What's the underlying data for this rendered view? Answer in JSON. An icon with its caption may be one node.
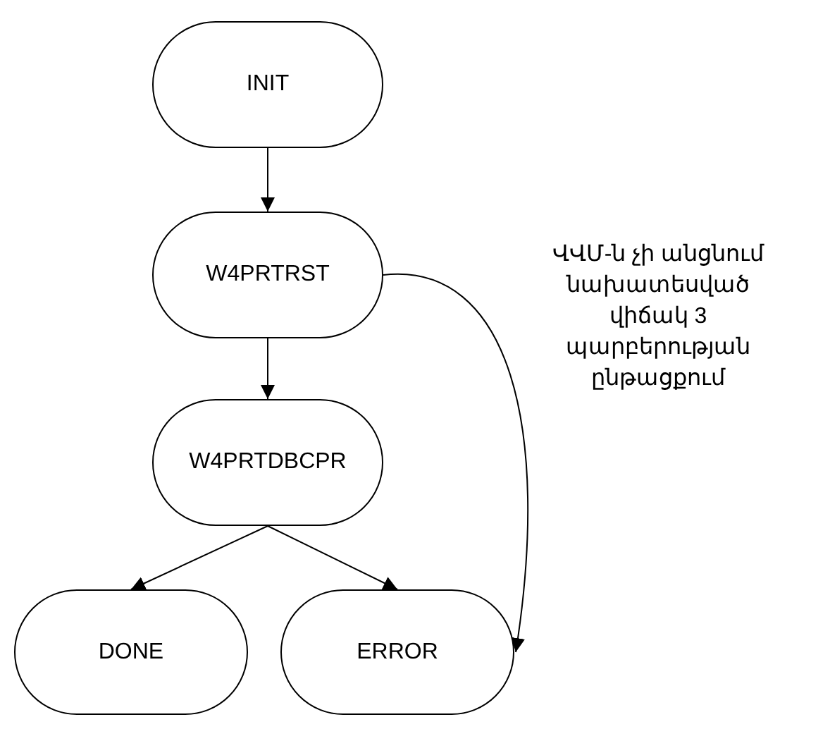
{
  "diagram": {
    "nodes": [
      {
        "text": [
          "INIT"
        ]
      },
      {
        "text": [
          "W4PRTRST"
        ]
      },
      {
        "text": [
          "W4PRTDBCPR"
        ]
      },
      {
        "text": [
          "DONE"
        ]
      },
      {
        "text": [
          "ERROR"
        ]
      }
    ],
    "edges": [
      {
        "from": 0,
        "to": 1,
        "arrow": "to"
      },
      {
        "from": 1,
        "to": 2,
        "arrow": "to"
      },
      {
        "from": 2,
        "to": 3,
        "arrow": "to"
      },
      {
        "from": 2,
        "to": 4,
        "arrow": "to"
      },
      {
        "from": 1,
        "to": 4,
        "arrow": "to",
        "label": "ՎՎՄ-ն չի անցնում նախատեսված վիճակ 3 պարբերության ընթացքում"
      }
    ]
  }
}
